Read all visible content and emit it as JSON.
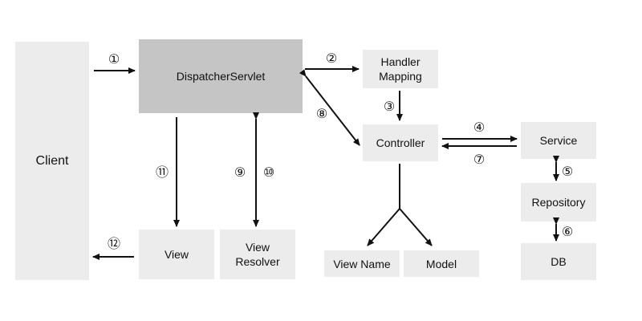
{
  "nodes": {
    "client": "Client",
    "dispatcher": "DispatcherServlet",
    "handler_mapping": "Handler\nMapping",
    "controller": "Controller",
    "service": "Service",
    "repository": "Repository",
    "db": "DB",
    "view": "View",
    "view_resolver": "View\nResolver",
    "view_name": "View Name",
    "model": "Model"
  },
  "steps": {
    "s1": "①",
    "s2": "②",
    "s3": "③",
    "s4": "④",
    "s5": "⑤",
    "s6": "⑥",
    "s7": "⑦",
    "s8": "⑧",
    "s9": "⑨",
    "s10": "⑩",
    "s11": "⑪",
    "s12": "⑫"
  }
}
